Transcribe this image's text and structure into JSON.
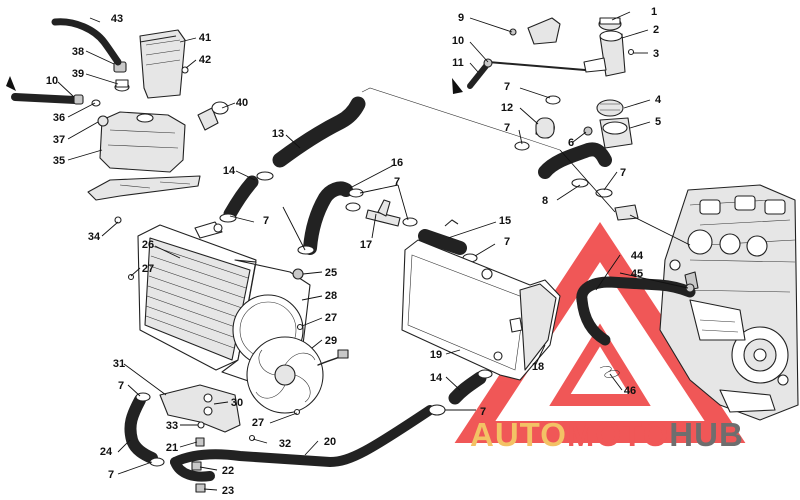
{
  "diagram": {
    "callouts": [
      {
        "id": "c1",
        "label": "1"
      },
      {
        "id": "c2",
        "label": "2"
      },
      {
        "id": "c3",
        "label": "3"
      },
      {
        "id": "c4",
        "label": "4"
      },
      {
        "id": "c5",
        "label": "5"
      },
      {
        "id": "c6",
        "label": "6"
      },
      {
        "id": "c7a",
        "label": "7"
      },
      {
        "id": "c7b",
        "label": "7"
      },
      {
        "id": "c7c",
        "label": "7"
      },
      {
        "id": "c7d",
        "label": "7"
      },
      {
        "id": "c7e",
        "label": "7"
      },
      {
        "id": "c7f",
        "label": "7"
      },
      {
        "id": "c7g",
        "label": "7"
      },
      {
        "id": "c7h",
        "label": "7"
      },
      {
        "id": "c7i",
        "label": "7"
      },
      {
        "id": "c8",
        "label": "8"
      },
      {
        "id": "c9",
        "label": "9"
      },
      {
        "id": "c10a",
        "label": "10"
      },
      {
        "id": "c10b",
        "label": "10"
      },
      {
        "id": "c11",
        "label": "11"
      },
      {
        "id": "c12",
        "label": "12"
      },
      {
        "id": "c13",
        "label": "13"
      },
      {
        "id": "c14a",
        "label": "14"
      },
      {
        "id": "c14b",
        "label": "14"
      },
      {
        "id": "c15",
        "label": "15"
      },
      {
        "id": "c16",
        "label": "16"
      },
      {
        "id": "c17",
        "label": "17"
      },
      {
        "id": "c18",
        "label": "18"
      },
      {
        "id": "c19",
        "label": "19"
      },
      {
        "id": "c20",
        "label": "20"
      },
      {
        "id": "c21",
        "label": "21"
      },
      {
        "id": "c22",
        "label": "22"
      },
      {
        "id": "c23",
        "label": "23"
      },
      {
        "id": "c24",
        "label": "24"
      },
      {
        "id": "c25",
        "label": "25"
      },
      {
        "id": "c26",
        "label": "26"
      },
      {
        "id": "c27a",
        "label": "27"
      },
      {
        "id": "c27b",
        "label": "27"
      },
      {
        "id": "c27c",
        "label": "27"
      },
      {
        "id": "c28",
        "label": "28"
      },
      {
        "id": "c29",
        "label": "29"
      },
      {
        "id": "c30",
        "label": "30"
      },
      {
        "id": "c31",
        "label": "31"
      },
      {
        "id": "c32",
        "label": "32"
      },
      {
        "id": "c33",
        "label": "33"
      },
      {
        "id": "c34",
        "label": "34"
      },
      {
        "id": "c35",
        "label": "35"
      },
      {
        "id": "c36",
        "label": "36"
      },
      {
        "id": "c37",
        "label": "37"
      },
      {
        "id": "c38",
        "label": "38"
      },
      {
        "id": "c39",
        "label": "39"
      },
      {
        "id": "c40",
        "label": "40"
      },
      {
        "id": "c41",
        "label": "41"
      },
      {
        "id": "c42",
        "label": "42"
      },
      {
        "id": "c43",
        "label": "43"
      },
      {
        "id": "c44",
        "label": "44"
      },
      {
        "id": "c45",
        "label": "45"
      },
      {
        "id": "c46",
        "label": "46"
      }
    ]
  },
  "watermark": {
    "text_auto": "AUTO",
    "text_moto": "MOTO",
    "text_hub": "HUB",
    "colors": {
      "auto": "#f2b84b",
      "moto": "#ee3a3a",
      "hub": "#555555",
      "triangle": "#ee3a3a"
    }
  },
  "colors": {
    "line": "#222222",
    "background": "#ffffff"
  }
}
